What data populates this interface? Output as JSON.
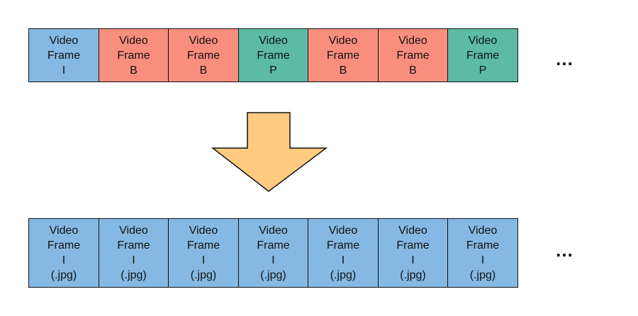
{
  "colors": {
    "I": "#85b9e3",
    "B": "#fa8e7e",
    "P": "#5cbba5",
    "arrow": "#ffcb80",
    "stroke": "#111111"
  },
  "top_row": [
    {
      "line1": "Video",
      "line2": "Frame",
      "type": "I"
    },
    {
      "line1": "Video",
      "line2": "Frame",
      "type": "B"
    },
    {
      "line1": "Video",
      "line2": "Frame",
      "type": "B"
    },
    {
      "line1": "Video",
      "line2": "Frame",
      "type": "P"
    },
    {
      "line1": "Video",
      "line2": "Frame",
      "type": "B"
    },
    {
      "line1": "Video",
      "line2": "Frame",
      "type": "B"
    },
    {
      "line1": "Video",
      "line2": "Frame",
      "type": "P"
    }
  ],
  "bottom_row": [
    {
      "line1": "Video",
      "line2": "Frame",
      "type": "I",
      "ext": "(.jpg)"
    },
    {
      "line1": "Video",
      "line2": "Frame",
      "type": "I",
      "ext": "(.jpg)"
    },
    {
      "line1": "Video",
      "line2": "Frame",
      "type": "I",
      "ext": "(.jpg)"
    },
    {
      "line1": "Video",
      "line2": "Frame",
      "type": "I",
      "ext": "(.jpg)"
    },
    {
      "line1": "Video",
      "line2": "Frame",
      "type": "I",
      "ext": "(.jpg)"
    },
    {
      "line1": "Video",
      "line2": "Frame",
      "type": "I",
      "ext": "(.jpg)"
    },
    {
      "line1": "Video",
      "line2": "Frame",
      "type": "I",
      "ext": "(.jpg)"
    }
  ],
  "ellipsis": "…"
}
